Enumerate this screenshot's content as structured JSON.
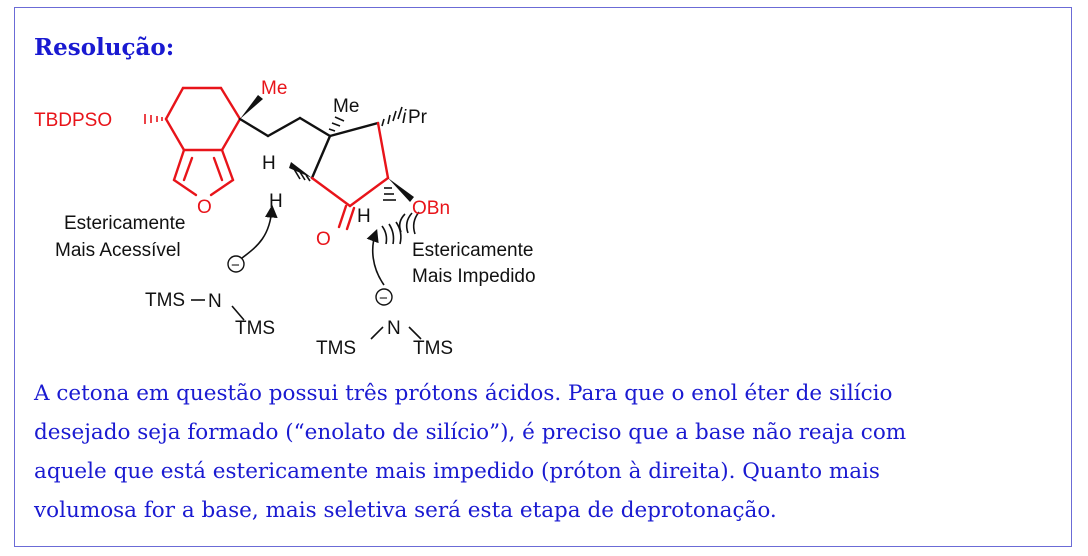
{
  "heading": "Resolução:",
  "scheme": {
    "red": "#e8141a",
    "black": "#111111",
    "labels": {
      "me_top": "Me",
      "tbdpso": "TBDPSO",
      "me_ring": "Me",
      "ipr_i": "i",
      "ipr_pr": "Pr",
      "h_left": "H",
      "h_axial": "H",
      "obn": "OBn",
      "ketone_o": "O",
      "furan_o": "O",
      "h_right": "H",
      "left_note_1": "Estericamente",
      "left_note_2": "Mais Acessível",
      "right_note_1": "Estericamente",
      "right_note_2": "Mais Impedido",
      "tms_left_1": "TMS",
      "n_left": "N",
      "tms_left_2": "TMS",
      "tms_right_1": "TMS",
      "n_right": "N",
      "tms_right_2": "TMS",
      "charge_left": "−",
      "charge_right": "−"
    }
  },
  "paragraph": [
    "A cetona em questão possui três prótons ácidos.  Para que o enol éter de silício",
    "desejado seja formado (“enolato de silício”), é preciso que a base não reaja com",
    "aquele que está estericamente mais impedido (próton à direita).  Quanto mais",
    "volumosa for a base, mais seletiva será esta etapa de deprotonação."
  ]
}
